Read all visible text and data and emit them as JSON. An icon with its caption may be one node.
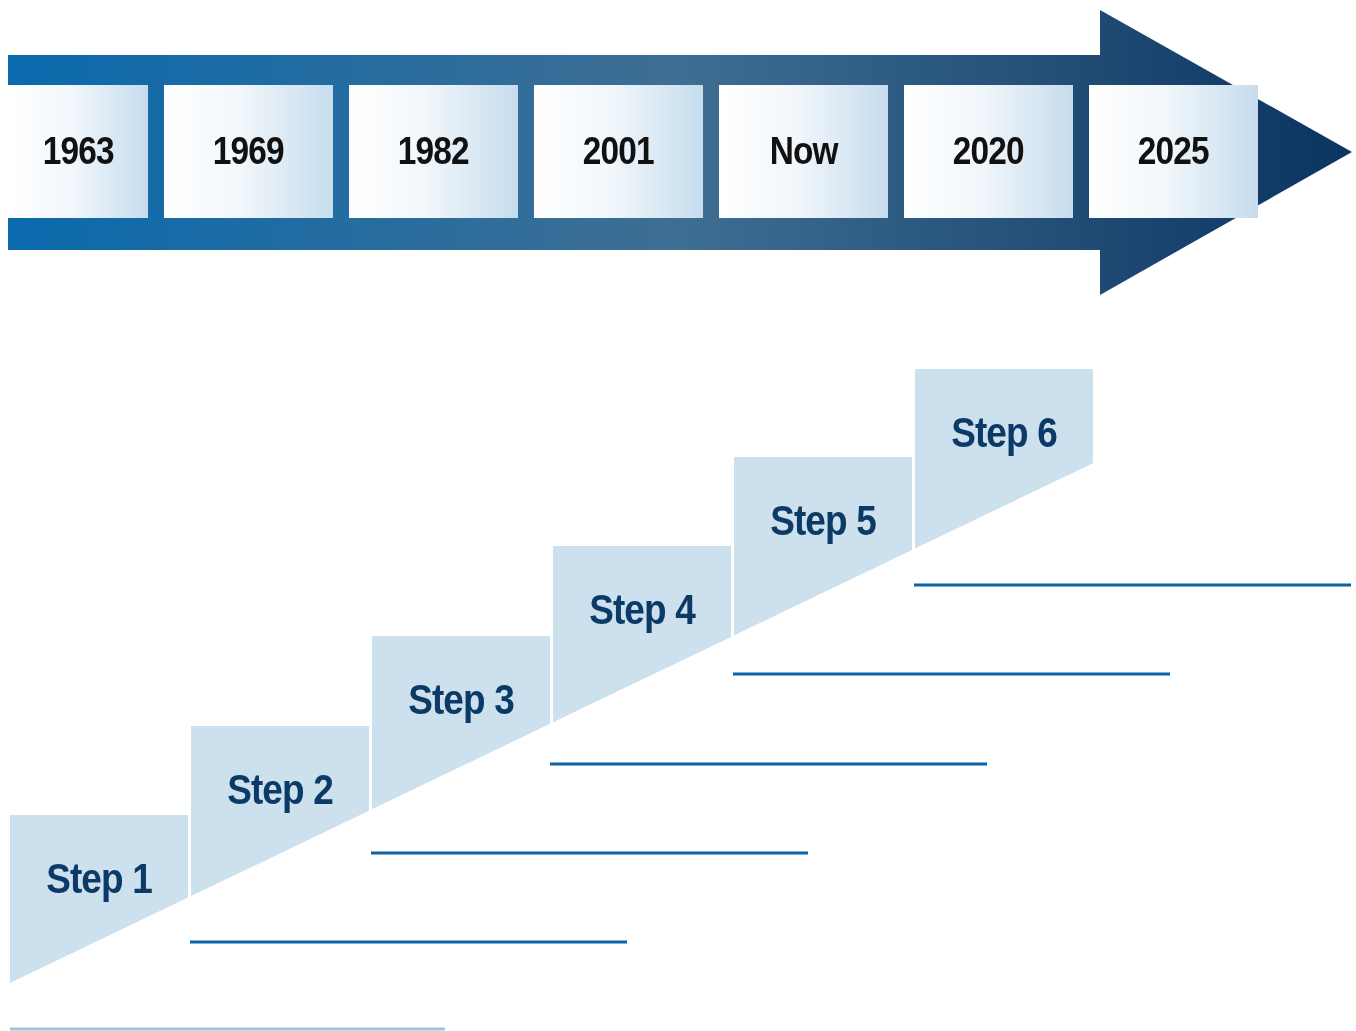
{
  "diagram": {
    "nodes": [
      {
        "text": [],
        "shape": "arrow"
      },
      {
        "text": [
          "1963"
        ],
        "in": 0
      },
      {
        "text": [
          "1969"
        ],
        "in": 0
      },
      {
        "text": [
          "1982"
        ],
        "in": 0
      },
      {
        "text": [
          "2001"
        ],
        "in": 0
      },
      {
        "text": [
          "Now"
        ],
        "in": 0
      },
      {
        "text": [
          "2020"
        ],
        "in": 0
      },
      {
        "text": [
          "2025"
        ],
        "in": 0
      },
      {
        "text": [
          "Step 1"
        ]
      },
      {
        "text": [
          "Step 2"
        ]
      },
      {
        "text": [
          "Step 3"
        ]
      },
      {
        "text": [
          "Step 4"
        ]
      },
      {
        "text": [
          "Step 5"
        ]
      },
      {
        "text": [
          "Step 6"
        ]
      }
    ]
  }
}
